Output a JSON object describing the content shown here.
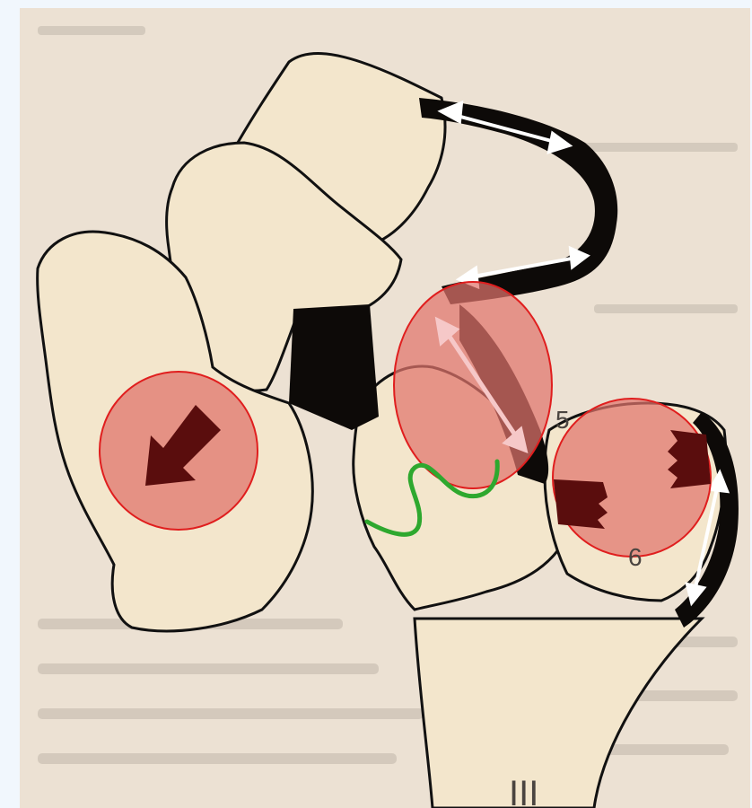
{
  "labels": {
    "label_5": "5",
    "label_6": "6",
    "label_III": "III"
  },
  "colors": {
    "page_background": "#f1f7fd",
    "paper": "#e9ddd0",
    "bone_fill": "#f3e6cc",
    "outline": "#111111",
    "ligament": "#0d0a08",
    "highlight_fill": "#e0746c",
    "highlight_stroke": "#e01e1e",
    "arrow_dark": "#5a0d0d",
    "wavy_line": "#2ea82e"
  },
  "icons": {
    "dark_arrow": "arrow-down-left-icon",
    "double_arrows": "double-headed-arrow-icon"
  }
}
